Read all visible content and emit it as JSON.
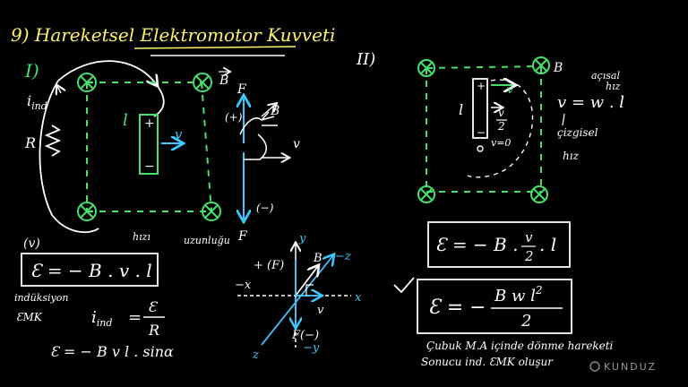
{
  "title": "9) Hareketsel Elektromotor Kuvveti",
  "section_1": {
    "label": "I)",
    "i_ind": "i",
    "i_ind_sub": "ind",
    "resistor": "R",
    "rod_length": "l",
    "velocity": "v",
    "b_field": "B",
    "force_top": "F",
    "force_bottom": "F",
    "plus": "(+)",
    "minus": "(−)",
    "b_hand": "B",
    "v_hand": "v",
    "rod_plus": "+",
    "rod_minus": "−"
  },
  "formula_box": {
    "v_note": "(v)",
    "hiz_note": "hızı",
    "uzunluk_note": "uzunluğu",
    "main": "Ɛ = − B . v . l",
    "indukleme": "indüksiyon",
    "emk": "ƐMK",
    "i_ind": "i",
    "i_sub": "ind",
    "equals": "=",
    "eps": "Ɛ",
    "r_den": "R",
    "sin_formula": "Ɛ = − B v l . sinα"
  },
  "axes": {
    "y": "y",
    "z_pos": "−z",
    "x_neg": "−x",
    "x_pos": "x",
    "z_neg": "z",
    "y_neg": "−y",
    "b": "B",
    "f_pos": "+ (F)",
    "f_neg": "F(−)",
    "v": "v"
  },
  "section_2": {
    "label": "II)",
    "b": "B",
    "v_top": "v",
    "l": "l",
    "v_half_num": "v",
    "v_half_den": "2",
    "v_zero": "v=0",
    "v_formula": "v = w . l",
    "acisal": "açısal",
    "hiz": "hız",
    "cizgisel": "çizgisel",
    "hiz2": "hız",
    "rod_plus": "+",
    "rod_minus": "−"
  },
  "formula_2a": {
    "lhs": "Ɛ = − B .",
    "num": "v",
    "den": "2",
    "rhs": ". l"
  },
  "formula_2b": {
    "lhs": "Ɛ = −",
    "num": "B w l",
    "sup": "2",
    "den": "2"
  },
  "caption": {
    "line1": "Çubuk M.A içinde dönme hareketi",
    "line2": "Sonucu ind. ƐMK oluşur"
  },
  "brand": "KUNDUZ",
  "colors": {
    "background": "#000000",
    "ink": "#ffffff",
    "green": "#46e06a",
    "blue": "#3fc8ff",
    "yellow": "#fff36b",
    "purple": "#d58bff"
  }
}
